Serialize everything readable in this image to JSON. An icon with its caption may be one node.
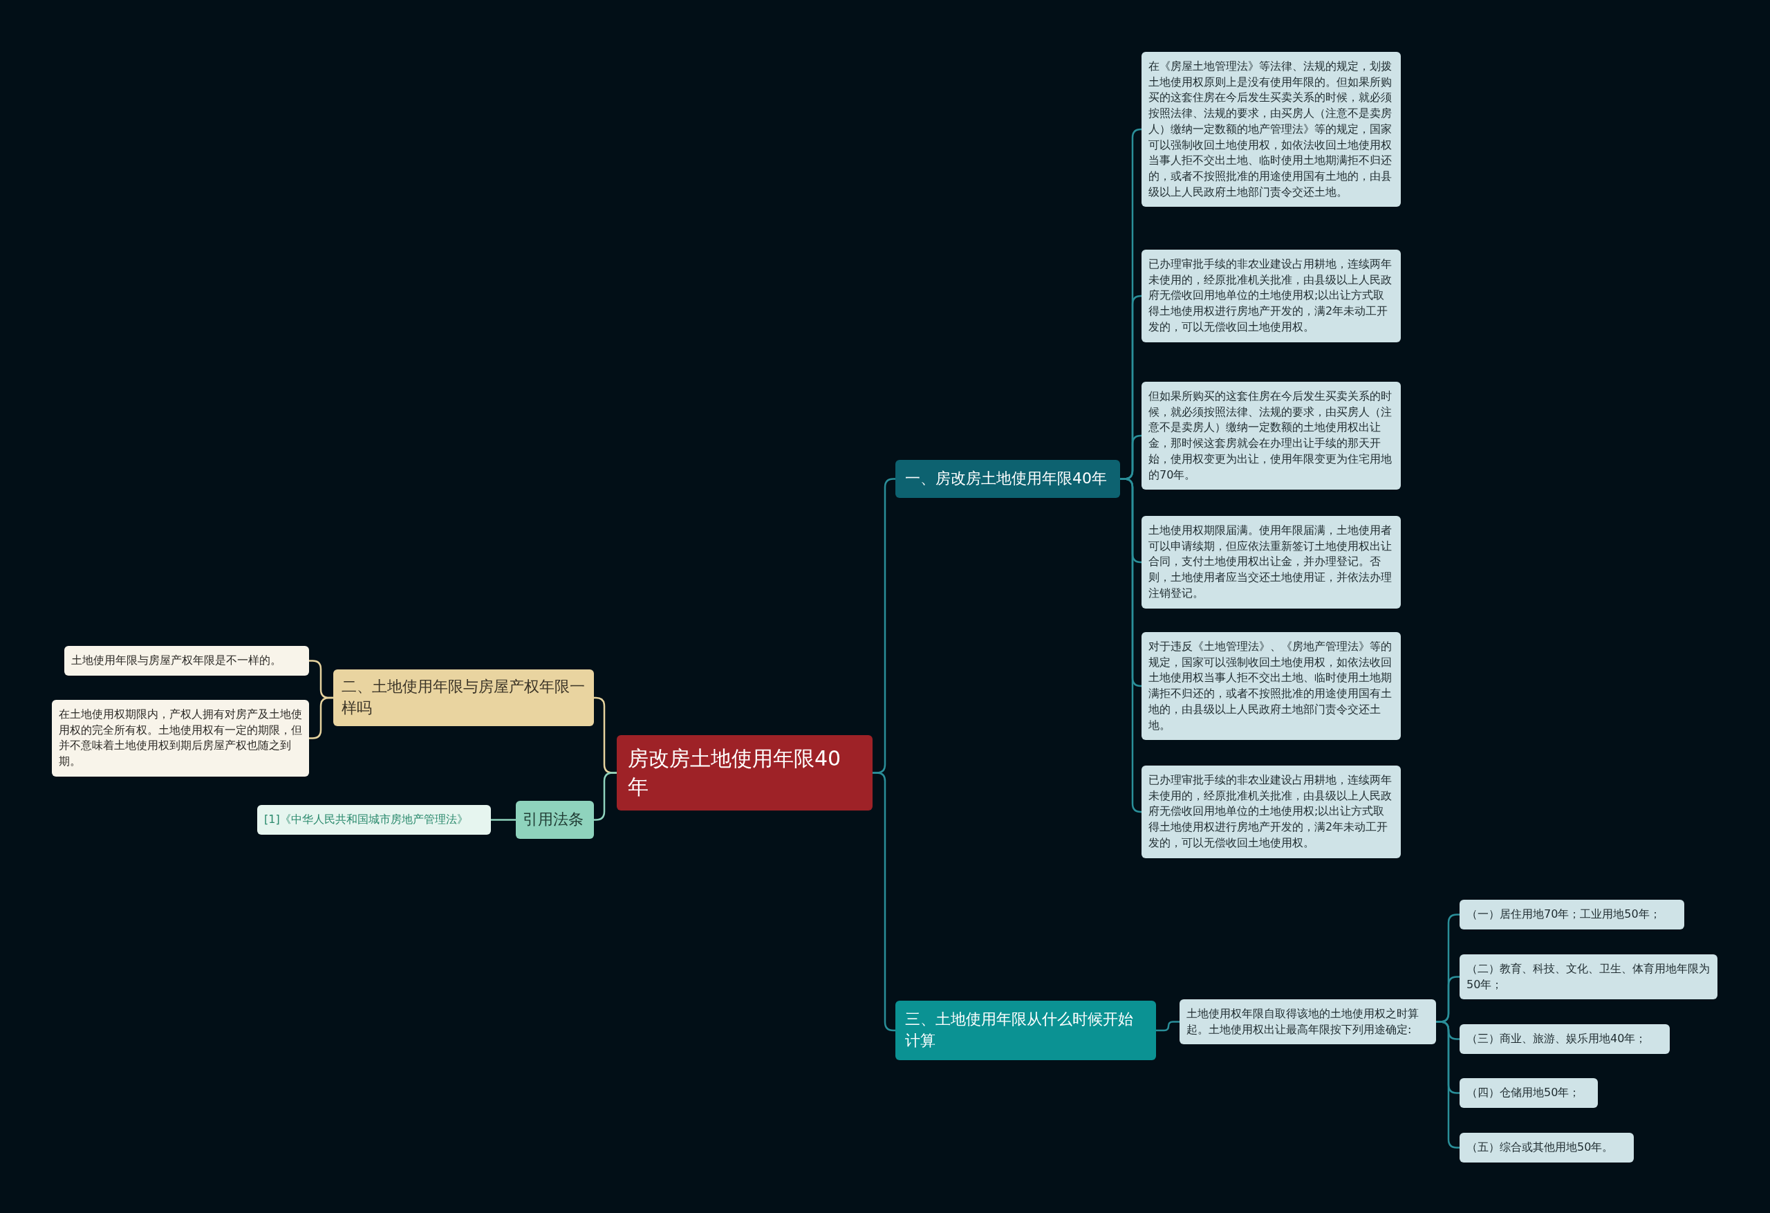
{
  "diagram": {
    "nodes": [
      {
        "text": [
          "房改房土地使用年限40年"
        ]
      },
      {
        "text": [
          "一、房改房土地使用年限40年"
        ]
      },
      {
        "text": [
          "在《房屋土地管理法》等法律、法规的规定，划拨土地使用权原则上是没有使用年限的。但如果所购买的这套住房在今后发生买卖关系的时候，就必须按照法律、法规的要求，由买房人（注意不是卖房人）缴纳一定数额的地产管理法》等的规定，国家可以强制收回土地使用权，如依法收回土地使用权当事人拒不交出土地、临时使用土地期满拒不归还的，或者不按照批准的用途使用国有土地的，由县级以上人民政府土地部门责令交还土地。"
        ]
      },
      {
        "text": [
          "已办理审批手续的非农业建设占用耕地，连续两年未使用的，经原批准机关批准，由县级以上人民政府无偿收回用地单位的土地使用权;以出让方式取得土地使用权进行房地产开发的，满2年未动工开发的，可以无偿收回土地使用权。"
        ]
      },
      {
        "text": [
          "但如果所购买的这套住房在今后发生买卖关系的时候，就必须按照法律、法规的要求，由买房人（注意不是卖房人）缴纳一定数额的土地使用权出让金，那时候这套房就会在办理出让手续的那天开始，使用权变更为出让，使用年限变更为住宅用地的70年。"
        ]
      },
      {
        "text": [
          "土地使用权期限届满。使用年限届满，土地使用者可以申请续期，但应依法重新签订土地使用权出让合同，支付土地使用权出让金，并办理登记。否则，土地使用者应当交还土地使用证，并依法办理注销登记。"
        ]
      },
      {
        "text": [
          "对于违反《土地管理法》、《房地产管理法》等的规定，国家可以强制收回土地使用权，如依法收回土地使用权当事人拒不交出土地、临时使用土地期满拒不归还的，或者不按照批准的用途使用国有土地的，由县级以上人民政府土地部门责令交还土地。"
        ]
      },
      {
        "text": [
          "已办理审批手续的非农业建设占用耕地，连续两年未使用的，经原批准机关批准，由县级以上人民政府无偿收回用地单位的土地使用权;以出让方式取得土地使用权进行房地产开发的，满2年未动工开发的，可以无偿收回土地使用权。"
        ]
      },
      {
        "text": [
          "二、土地使用年限与房屋产权年限一样吗"
        ]
      },
      {
        "text": [
          "土地使用年限与房屋产权年限是不一样的。"
        ]
      },
      {
        "text": [
          "在土地使用权期限内，产权人拥有对房产及土地使用权的完全所有权。土地使用权有一定的期限，但并不意味着土地使用权到期后房屋产权也随之到期。"
        ]
      },
      {
        "text": [
          "引用法条"
        ]
      },
      {
        "text": [
          "[1]《中华人民共和国城市房地产管理法》"
        ]
      },
      {
        "text": [
          "三、土地使用年限从什么时候开始计算"
        ]
      },
      {
        "text": [
          "土地使用权年限自取得该地的土地使用权之时算起。土地使用权出让最高年限按下列用途确定:"
        ]
      },
      {
        "text": [
          "（一）居住用地70年；工业用地50年；"
        ]
      },
      {
        "text": [
          "（二）教育、科技、文化、卫生、体育用地年限为50年；"
        ]
      },
      {
        "text": [
          "（三）商业、旅游、娱乐用地40年；"
        ]
      },
      {
        "text": [
          "（四）仓储用地50年；"
        ]
      },
      {
        "text": [
          "（五）综合或其他用地50年。"
        ]
      }
    ],
    "edges": [
      {
        "from": 0,
        "to": 1,
        "arrow": "none"
      },
      {
        "from": 1,
        "to": 2,
        "arrow": "none"
      },
      {
        "from": 1,
        "to": 3,
        "arrow": "none"
      },
      {
        "from": 1,
        "to": 4,
        "arrow": "none"
      },
      {
        "from": 1,
        "to": 5,
        "arrow": "none"
      },
      {
        "from": 1,
        "to": 6,
        "arrow": "none"
      },
      {
        "from": 1,
        "to": 7,
        "arrow": "none"
      },
      {
        "from": 0,
        "to": 8,
        "arrow": "none",
        "color": "#e6d39e"
      },
      {
        "from": 8,
        "to": 9,
        "arrow": "none",
        "color": "#e6d39e"
      },
      {
        "from": 8,
        "to": 10,
        "arrow": "none",
        "color": "#e6d39e"
      },
      {
        "from": 0,
        "to": 11,
        "arrow": "none",
        "color": "#8fd3bd"
      },
      {
        "from": 11,
        "to": 12,
        "arrow": "none",
        "color": "#8fd3bd"
      },
      {
        "from": 0,
        "to": 13,
        "arrow": "none"
      },
      {
        "from": 13,
        "to": 14,
        "arrow": "none"
      },
      {
        "from": 14,
        "to": 15,
        "arrow": "none"
      },
      {
        "from": 14,
        "to": 16,
        "arrow": "none"
      },
      {
        "from": 14,
        "to": 17,
        "arrow": "none"
      },
      {
        "from": 14,
        "to": 18,
        "arrow": "none"
      },
      {
        "from": 14,
        "to": 19,
        "arrow": "none"
      }
    ]
  }
}
